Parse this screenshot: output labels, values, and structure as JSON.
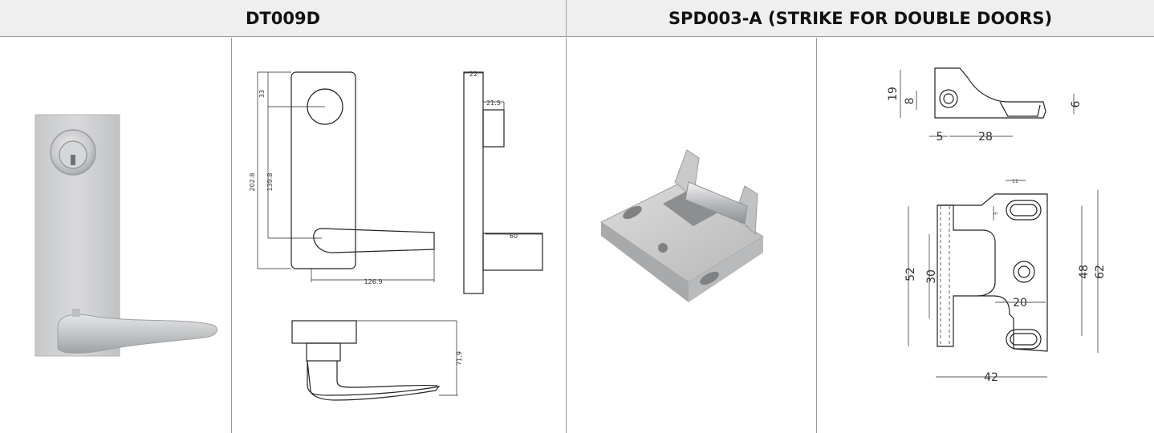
{
  "headers": {
    "left": "DT009D",
    "right": "SPD003-A (STRIKE FOR DOUBLE DOORS)"
  },
  "lever_drawing": {
    "front_dims": {
      "top_to_cyl": "33",
      "overall": "202.8",
      "cyl_to_lever": "139.8",
      "lever_length": "126.9"
    },
    "side_dims": {
      "plate_thick": "22",
      "cyl_proj": "21.5",
      "lever_proj": "60"
    },
    "top_dims": {
      "lever_depth": "71.9"
    }
  },
  "strike_drawing": {
    "side_dims": {
      "height": "19",
      "hole": "8",
      "lip": "6",
      "offset": "5",
      "length": "28"
    },
    "plan_dims": {
      "slot_w": "11",
      "slot_off": "5",
      "inner_h": "52",
      "jaw": "30",
      "hole_x": "20",
      "inner_w": "48",
      "overall_h": "62",
      "overall_w": "42"
    }
  }
}
